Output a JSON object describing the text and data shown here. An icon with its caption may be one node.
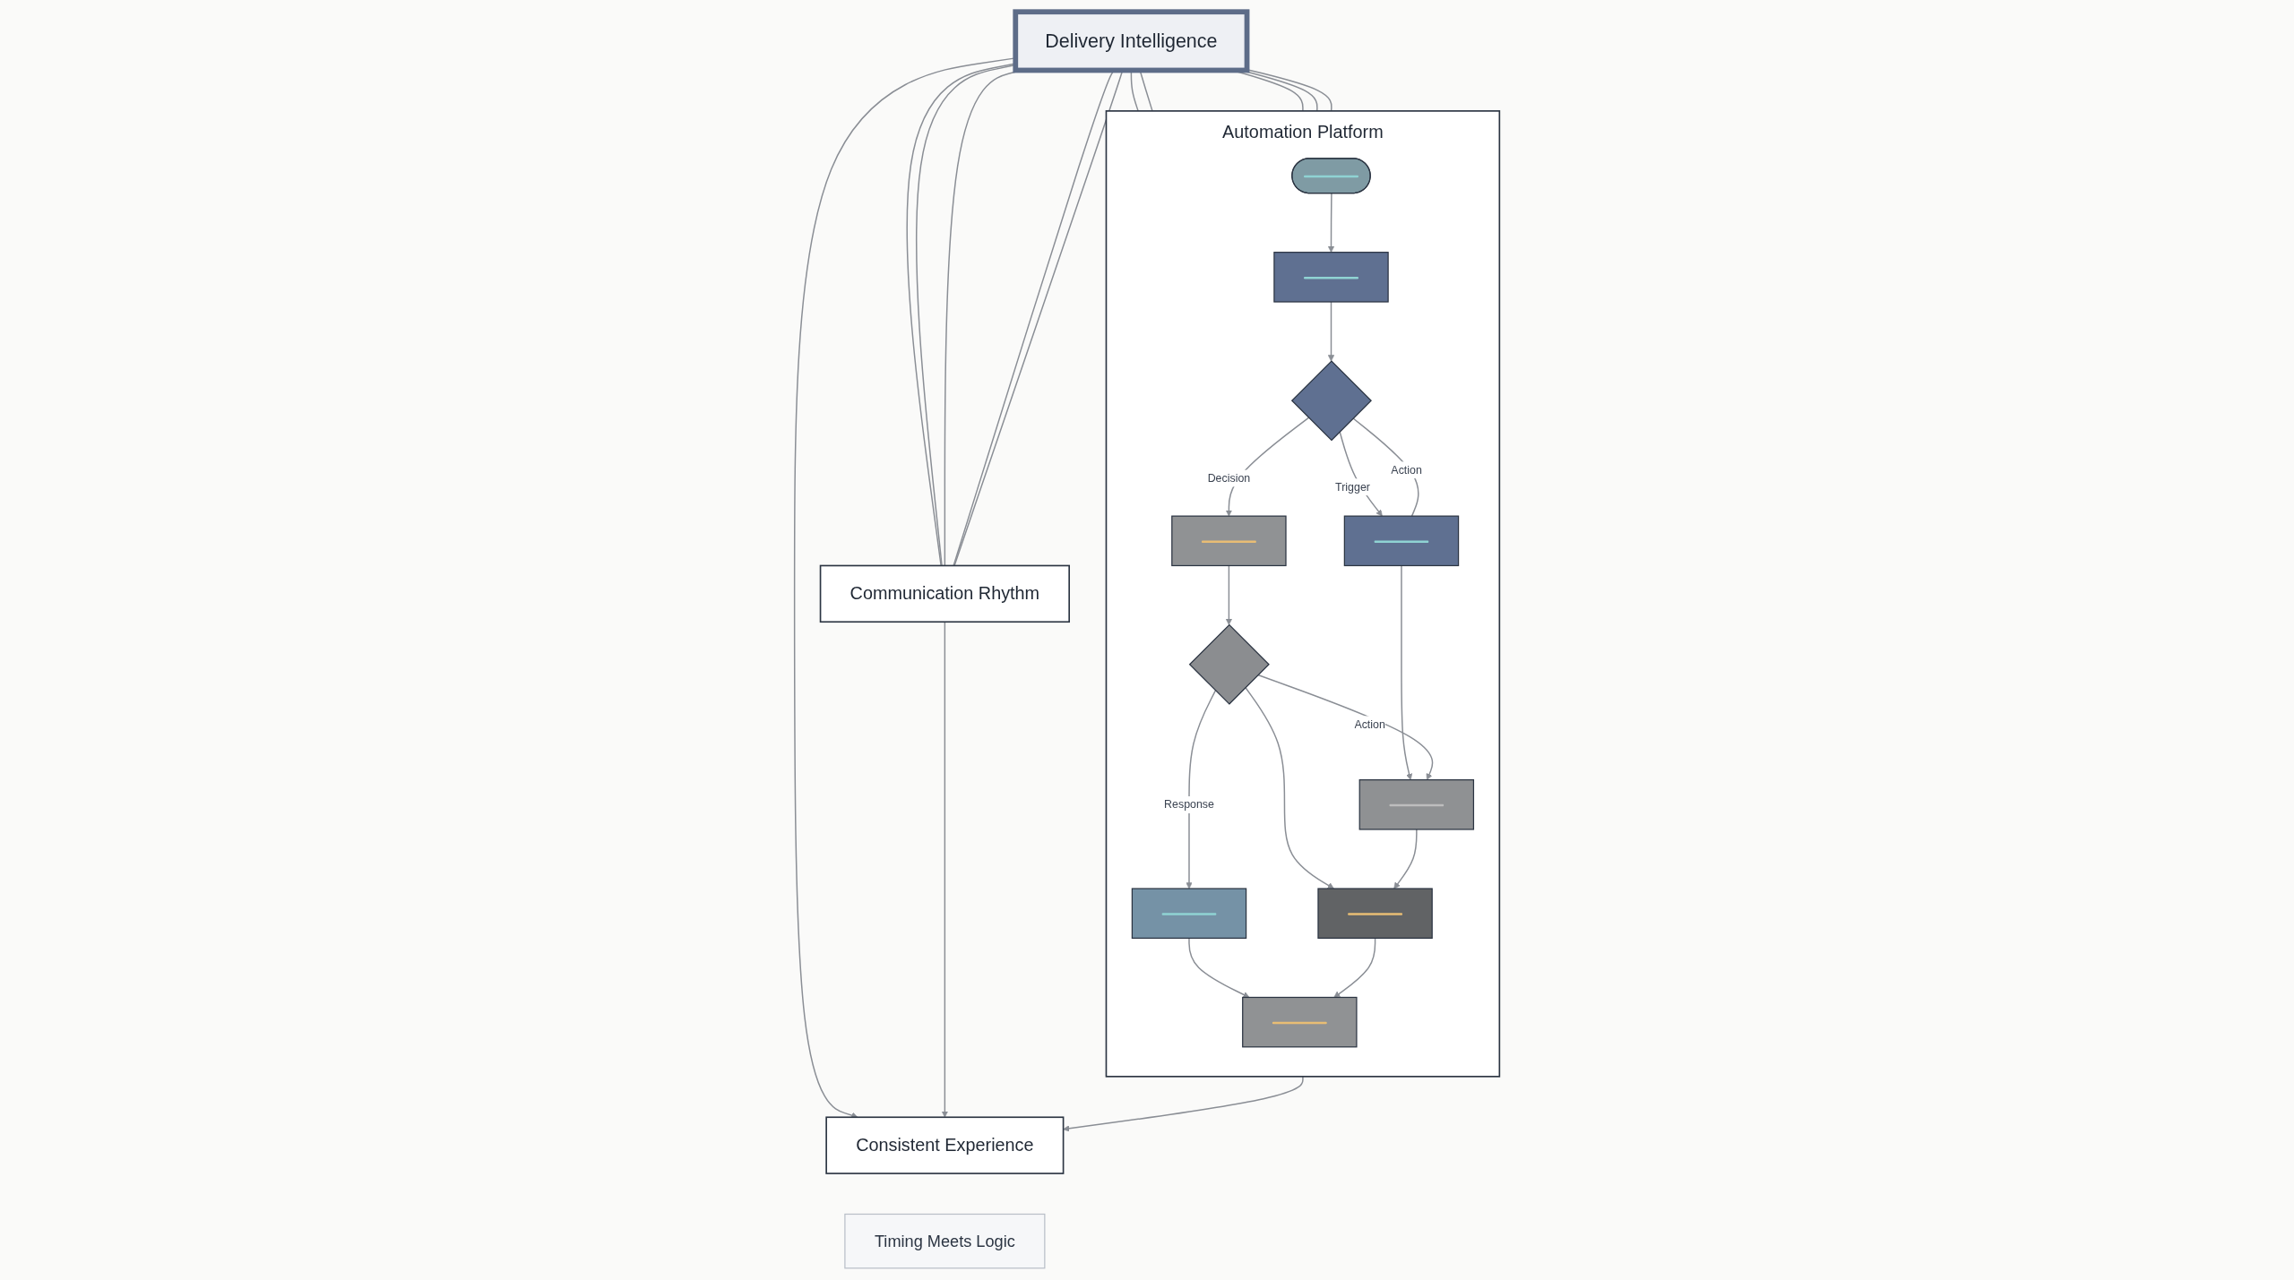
{
  "diagram": {
    "nodes": [
      {
        "text": [
          "Communication Rhythm"
        ]
      },
      {
        "text": [
          "Delivery Intelligence"
        ]
      },
      {
        "text": [
          "Automation Platform"
        ]
      },
      {
        "text": [],
        "shape": "pill",
        "in": 2
      },
      {
        "text": [],
        "shape": "box",
        "in": 2
      },
      {
        "text": [],
        "shape": "diamond",
        "in": 2
      },
      {
        "text": [],
        "shape": "box",
        "in": 2
      },
      {
        "text": [],
        "shape": "box",
        "in": 2
      },
      {
        "text": [],
        "shape": "box",
        "in": 2
      },
      {
        "text": [],
        "shape": "diamond",
        "in": 2
      },
      {
        "text": [],
        "shape": "box",
        "in": 2
      },
      {
        "text": [],
        "shape": "box",
        "in": 2
      },
      {
        "text": [],
        "shape": "box",
        "in": 2
      },
      {
        "text": [
          "Consistent Experience"
        ]
      },
      {
        "text": [
          "Timing Meets Logic"
        ]
      }
    ],
    "edges": [
      {
        "from": 1,
        "to": 0,
        "arrow": "none"
      },
      {
        "from": 1,
        "to": 0,
        "arrow": "none"
      },
      {
        "from": 1,
        "to": 0,
        "arrow": "none"
      },
      {
        "from": 1,
        "to": 0,
        "arrow": "none"
      },
      {
        "from": 1,
        "to": 0,
        "arrow": "none"
      },
      {
        "from": 1,
        "to": 2,
        "arrow": "none"
      },
      {
        "from": 1,
        "to": 2,
        "arrow": "none"
      },
      {
        "from": 1,
        "to": 2,
        "arrow": "none"
      },
      {
        "from": 1,
        "to": 2,
        "arrow": "none"
      },
      {
        "from": 1,
        "to": 2,
        "arrow": "none"
      },
      {
        "from": 1,
        "to": 13,
        "arrow": "to"
      },
      {
        "from": 0,
        "to": 13,
        "arrow": "to"
      },
      {
        "from": 2,
        "to": 13,
        "arrow": "to"
      },
      {
        "from": 3,
        "to": 4,
        "arrow": "to"
      },
      {
        "from": 4,
        "to": 5,
        "arrow": "to"
      },
      {
        "from": 5,
        "to": 6,
        "arrow": "to",
        "label": "Trigger"
      },
      {
        "from": 5,
        "to": 7,
        "arrow": "to",
        "label": "Decision"
      },
      {
        "from": 5,
        "to": 6,
        "arrow": "none",
        "label": "Action"
      },
      {
        "from": 6,
        "to": 8,
        "arrow": "to"
      },
      {
        "from": 7,
        "to": 9,
        "arrow": "to"
      },
      {
        "from": 9,
        "to": 8,
        "arrow": "to",
        "label": "Action"
      },
      {
        "from": 9,
        "to": 10,
        "arrow": "to"
      },
      {
        "from": 9,
        "to": 11,
        "arrow": "to",
        "label": "Response"
      },
      {
        "from": 8,
        "to": 10,
        "arrow": "to"
      },
      {
        "from": 11,
        "to": 12,
        "arrow": "to"
      },
      {
        "from": 10,
        "to": 12,
        "arrow": "to"
      }
    ]
  }
}
